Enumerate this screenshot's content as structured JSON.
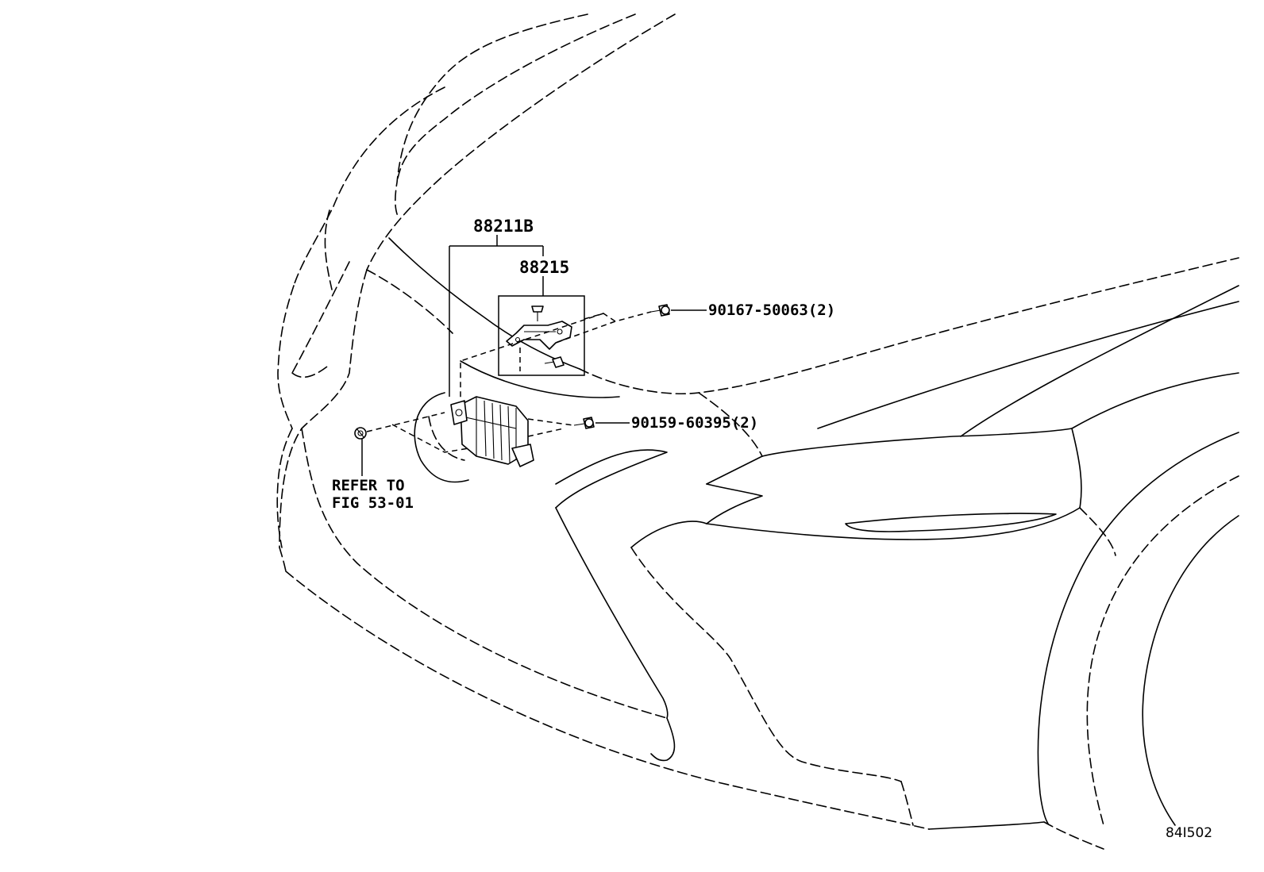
{
  "callouts": {
    "assembly_part": "88211B",
    "bracket_part": "88215",
    "upper_bolt": "90167-50063(2)",
    "lower_bolt": "90159-60395(2)",
    "refer_line1": "REFER TO",
    "refer_line2": "FIG 53-01"
  },
  "figure_code": "84I502"
}
